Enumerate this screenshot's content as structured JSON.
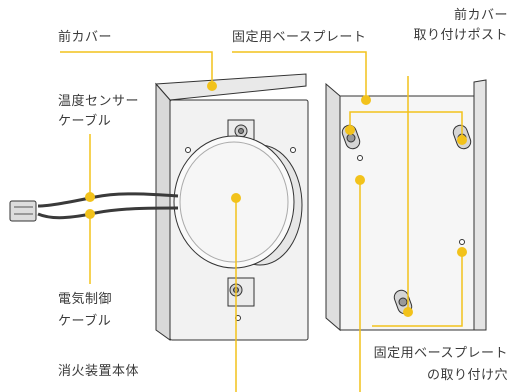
{
  "colors": {
    "accent": "#f2c21b",
    "line": "#333333",
    "metal": "#f3f3f3"
  },
  "labels": {
    "front_cover": "前カバー",
    "base_plate": "固定用ベースプレート",
    "front_cover_post": [
      "前カバー",
      "取り付けポスト"
    ],
    "temp_sensor_cable": [
      "温度センサー",
      "ケーブル"
    ],
    "control_cable": [
      "電気制御",
      "ケーブル"
    ],
    "extinguisher_body": "消火装置本体",
    "base_plate_holes": [
      "固定用ベースプレート",
      "の取り付け穴"
    ]
  }
}
